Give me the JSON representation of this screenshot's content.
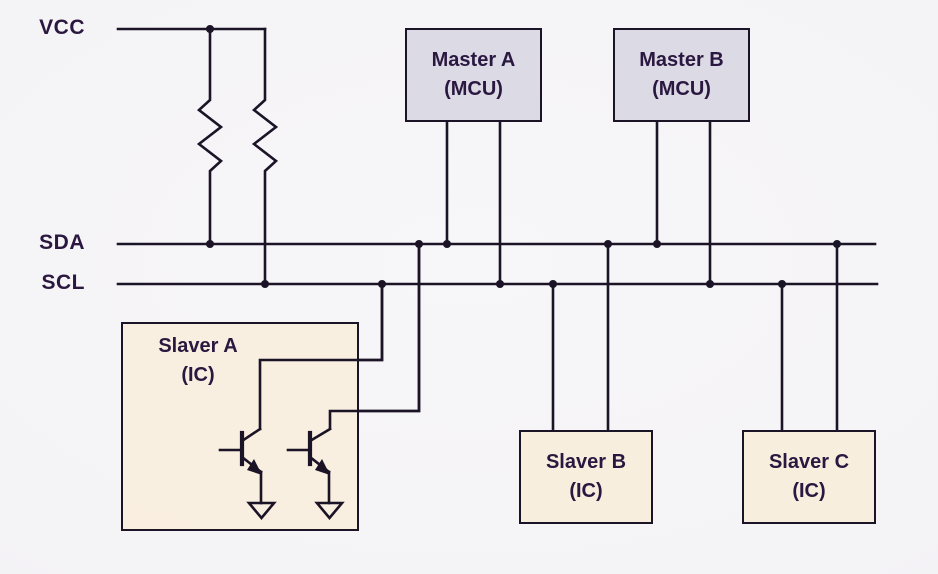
{
  "diagram": {
    "title_hint": "I2C bus with two masters and three slaves",
    "bus_labels": {
      "vcc": "VCC",
      "sda": "SDA",
      "scl": "SCL"
    },
    "nodes": [
      {
        "id": "master-a",
        "line1": "Master A",
        "line2": "(MCU)",
        "role": "master"
      },
      {
        "id": "master-b",
        "line1": "Master B",
        "line2": "(MCU)",
        "role": "master"
      },
      {
        "id": "slaver-a",
        "line1": "Slaver A",
        "line2": "(IC)",
        "role": "slave"
      },
      {
        "id": "slaver-b",
        "line1": "Slaver B",
        "line2": "(IC)",
        "role": "slave"
      },
      {
        "id": "slaver-c",
        "line1": "Slaver C",
        "line2": "(IC)",
        "role": "slave"
      }
    ],
    "symbols": {
      "pullup_resistors": 2,
      "open_collector_transistors": 2,
      "ground_symbols": 2
    },
    "colors": {
      "wire": "#1b1326",
      "master_fill": "#dbdae5",
      "slave_fill": "#f8eedd",
      "text": "#2b1840",
      "background": "#f4f3f6"
    }
  }
}
